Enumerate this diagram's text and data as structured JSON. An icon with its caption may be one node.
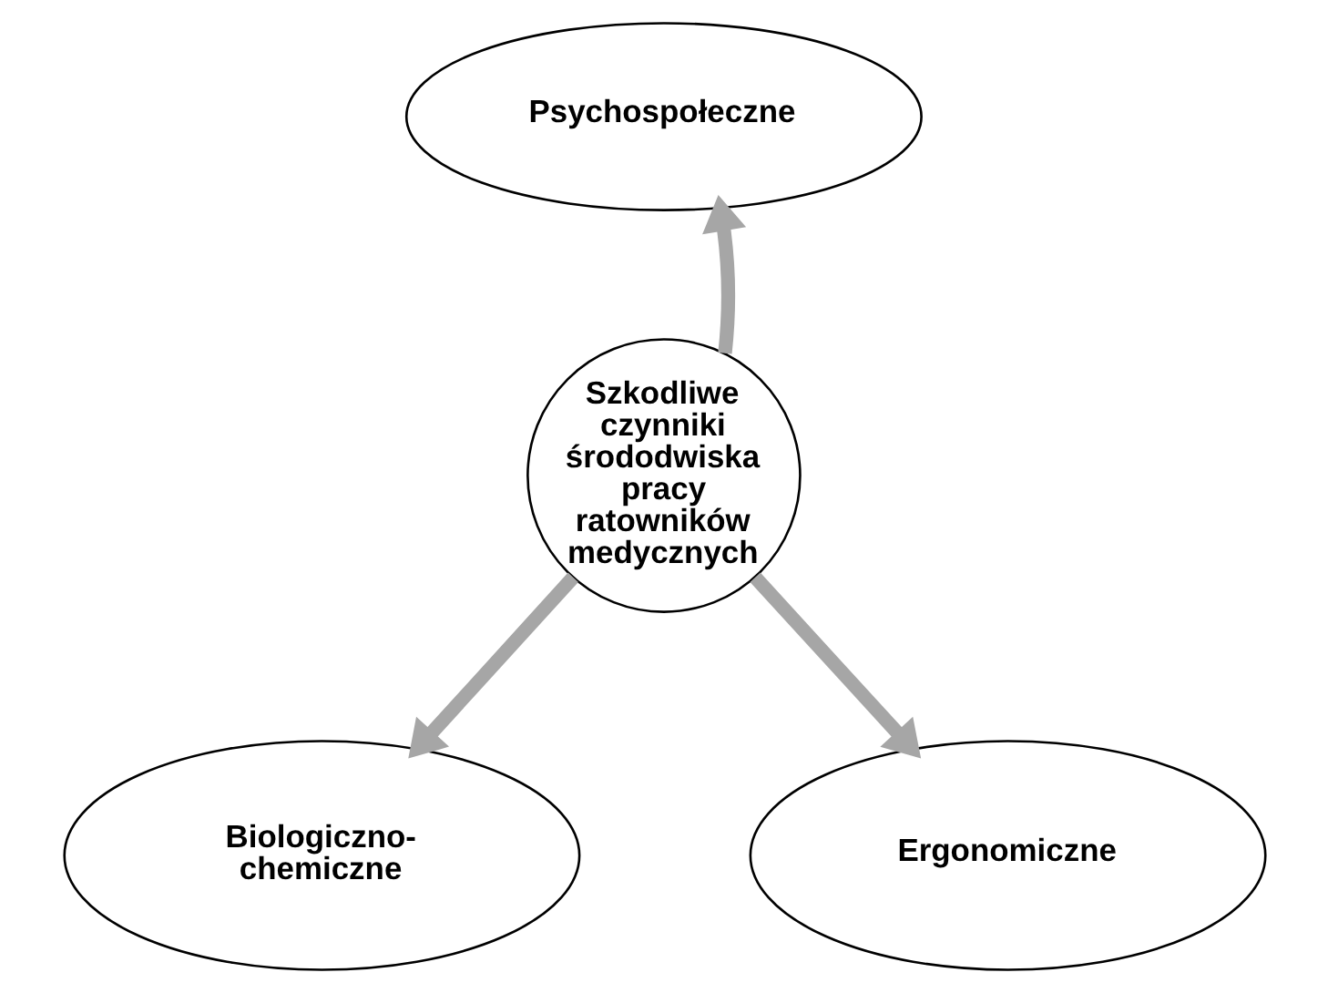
{
  "diagram": {
    "nodes": [
      {
        "text": [
          "Szkodliwe czynniki środodwiska pracy ratowników medycznych"
        ]
      },
      {
        "text": [
          "Psychospołeczne"
        ]
      },
      {
        "text": [
          "Biologiczno- chemiczne"
        ]
      },
      {
        "text": [
          "Ergonomiczne"
        ]
      }
    ],
    "edges": [
      {
        "from": 0,
        "to": 1,
        "arrow": "to"
      },
      {
        "from": 0,
        "to": 2,
        "arrow": "to"
      },
      {
        "from": 0,
        "to": 3,
        "arrow": "to"
      }
    ]
  }
}
